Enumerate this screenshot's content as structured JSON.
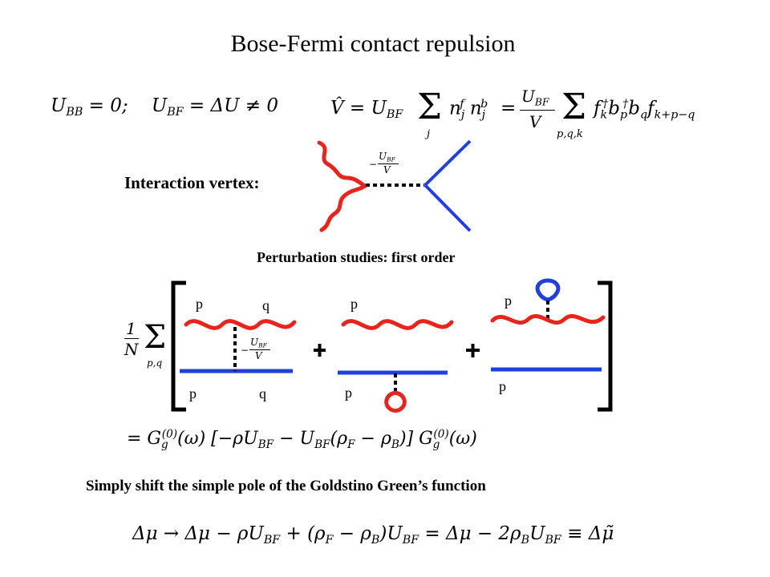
{
  "title": "Bose-Fermi  contact repulsion",
  "equations": {
    "couplings": "U_BB = 0;   U_BF = ΔU ≠ 0",
    "potential": "V̂ = U_BF Σ_j n_j^f n_j^b = (U_BF / V) Σ_{p,q,k} f_k† b_p† b_q f_{k+p−q}",
    "vertex_factor": "−U_BF / V",
    "sum_prefix": "(1/N) Σ_{p,q}",
    "first_order_result": "= G_g^(0)(ω) [−ρU_BF − U_BF(ρ_F − ρ_B)] G_g^(0)(ω)",
    "shift": "Δμ → Δμ − ρU_BF + (ρ_F − ρ_B)U_BF = Δμ − 2ρ_B U_BF ≡ Δμ̃"
  },
  "labels": {
    "interaction_vertex": "Interaction vertex:",
    "perturbation": "Perturbation studies:  first order",
    "conclusion": "Simply shift the simple pole of the Goldstino Green’s function"
  },
  "diagram_labels": {
    "d1_top_p": "p",
    "d1_top_q": "q",
    "d1_bot_p": "p",
    "d1_bot_q": "q",
    "d2_top_p": "p",
    "d2_bot_p": "p",
    "d3_top_p": "p",
    "d3_bot_p": "p",
    "plus": "+"
  },
  "colors": {
    "boson": "#e8241c",
    "fermion": "#1f3fe0",
    "interaction": "#000000"
  }
}
